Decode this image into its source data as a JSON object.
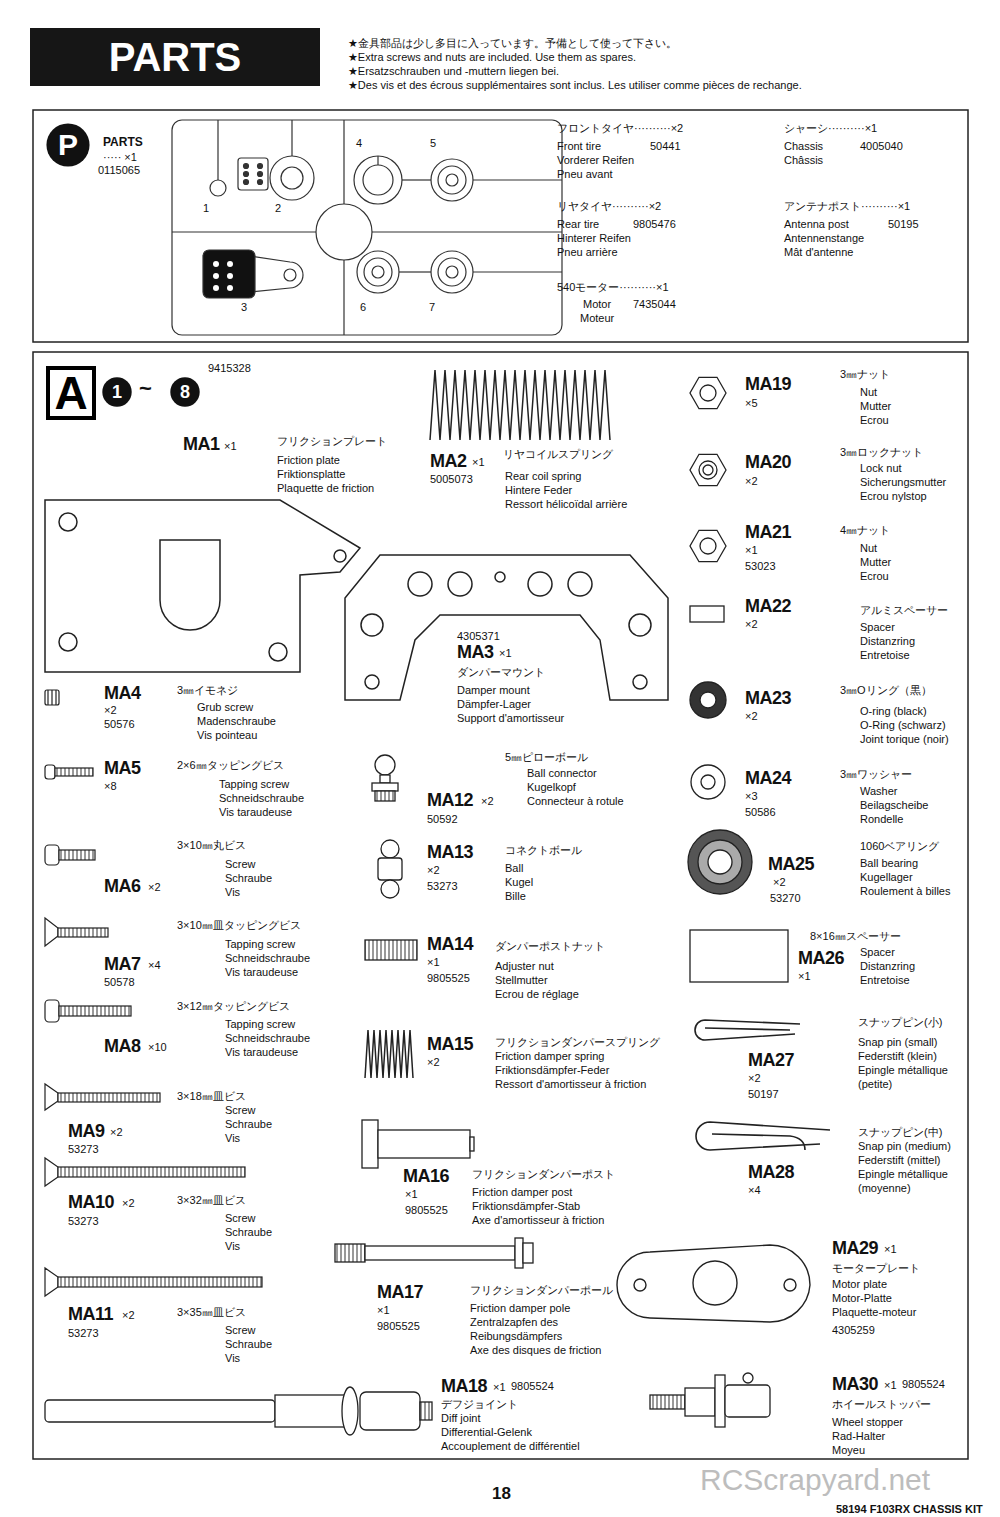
{
  "diagram": {
    "nodes": [
      {
        "text": [
          "PARTS"
        ]
      },
      {
        "text": [
          "P"
        ]
      },
      {
        "text": [
          "A"
        ]
      },
      {
        "text": [
          "1"
        ]
      },
      {
        "text": [
          "8"
        ]
      }
    ],
    "labels": [
      "★金具部品は少し多目に入っています。予備として使って下さい。",
      "★Extra screws and nuts are included. Use them as spares.",
      "★Ersatzschrauben und -muttern liegen bei.",
      "★Des vis et des écrous supplémentaires sont inclus. Les utiliser comme pièces de rechange.",
      "PARTS",
      "····· ×1",
      "0115065",
      "1",
      "2",
      "3",
      "4",
      "5",
      "6",
      "7",
      "フロントタイヤ··········×2",
      "Front tire",
      "Vorderer Reifen",
      "Pneu avant",
      "50441",
      "リヤタイヤ··········×2",
      "Rear tire",
      "Hinterer Reifen",
      "Pneu arrière",
      "9805476",
      "540モーター··········×1",
      "Motor",
      "Moteur",
      "7435044",
      "シャーシ··········×1",
      "Chassis",
      "Châssis",
      "4005040",
      "アンテナポスト··········×1",
      "Antenna post",
      "Antennenstange",
      "Mât d'antenne",
      "50195",
      "~",
      "9415328",
      "MA1",
      "×1",
      "フリクションプレート",
      "Friction plate",
      "Friktionsplatte",
      "Plaquette de friction",
      "MA2",
      "×1",
      "5005073",
      "リヤコイルスプリング",
      "Rear coil spring",
      "Hintere Feder",
      "Ressort hélicoïdal arrière",
      "4305371",
      "MA3",
      "×1",
      "ダンパーマウント",
      "Damper mount",
      "Dämpfer-Lager",
      "Support d'amortisseur",
      "MA4",
      "×2",
      "50576",
      "3㎜イモネジ",
      "Grub screw",
      "Madenschraube",
      "Vis pointeau",
      "MA5",
      "×8",
      "2×6㎜タッピングビス",
      "Tapping screw",
      "Schneidschraube",
      "Vis taraudeuse",
      "3×10㎜丸ビス",
      "Screw",
      "Schraube",
      "Vis",
      "MA6",
      "×2",
      "3×10㎜皿タッピングビス",
      "Tapping screw",
      "Schneidschraube",
      "Vis taraudeuse",
      "MA7",
      "×4",
      "50578",
      "3×12㎜タッピングビス",
      "Tapping screw",
      "Schneidschraube",
      "Vis taraudeuse",
      "MA8",
      "×10",
      "3×18㎜皿ビス",
      "Screw",
      "Schraube",
      "Vis",
      "MA9",
      "×2",
      "53273",
      "3×32㎜皿ビス",
      "Screw",
      "Schraube",
      "Vis",
      "MA10",
      "×2",
      "53273",
      "3×35㎜皿ビス",
      "Screw",
      "Schraube",
      "Vis",
      "MA11",
      "×2",
      "53273",
      "5㎜ピローボール",
      "Ball connector",
      "Kugelkopf",
      "Connecteur à rotule",
      "MA12",
      "×2",
      "50592",
      "MA13",
      "×2",
      "53273",
      "コネクトボール",
      "Ball",
      "Kugel",
      "Bille",
      "MA14",
      "×1",
      "9805525",
      "ダンパーポストナット",
      "Adjuster nut",
      "Stellmutter",
      "Ecrou de réglage",
      "MA15",
      "×2",
      "フリクションダンパースプリング",
      "Friction damper spring",
      "Friktionsdämpfer-Feder",
      "Ressort d'amortisseur à friction",
      "MA16",
      "×1",
      "9805525",
      "フリクションダンパーポスト",
      "Friction damper post",
      "Friktionsdämpfer-Stab",
      "Axe d'amortisseur à friction",
      "MA17",
      "×1",
      "9805525",
      "フリクションダンパーポール",
      "Friction damper pole",
      "Zentralzapfen des",
      "Reibungsdämpfers",
      "Axe des disques de friction",
      "MA18",
      "×1",
      "9805524",
      "デフジョイント",
      "Diff joint",
      "Differential-Gelenk",
      "Accouplement de différentiel",
      "MA19",
      "×5",
      "3㎜ナット",
      "Nut",
      "Mutter",
      "Ecrou",
      "MA20",
      "×2",
      "3㎜ロックナット",
      "Lock nut",
      "Sicherungsmutter",
      "Ecrou nylstop",
      "MA21",
      "×1",
      "53023",
      "4㎜ナット",
      "Nut",
      "Mutter",
      "Ecrou",
      "MA22",
      "×2",
      "アルミスペーサー",
      "Spacer",
      "Distanzring",
      "Entretoise",
      "MA23",
      "×2",
      "3㎜Oリング（黒）",
      "O-ring (black)",
      "O-Ring (schwarz)",
      "Joint torique (noir)",
      "MA24",
      "×3",
      "50586",
      "3㎜ワッシャー",
      "Washer",
      "Beilagscheibe",
      "Rondelle",
      "1060ベアリング",
      "Ball bearing",
      "Kugellager",
      "Roulement à billes",
      "MA25",
      "×2",
      "53270",
      "8×16㎜スペーサー",
      "MA26",
      "×1",
      "Spacer",
      "Distanzring",
      "Entretoise",
      "スナップピン(小)",
      "Snap pin (small)",
      "Federstift (klein)",
      "Epingle métallique",
      "(petite)",
      "MA27",
      "×2",
      "50197",
      "スナップピン(中)",
      "Snap pin (medium)",
      "Federstift (mittel)",
      "Epingle métallique",
      "(moyenne)",
      "MA28",
      "×4",
      "MA29",
      "×1",
      "モータープレート",
      "Motor plate",
      "Motor-Platte",
      "Plaquette-moteur",
      "4305259",
      "MA30",
      "×1",
      "9805524",
      "ホイールストッパー",
      "Wheel stopper",
      "Rad-Halter",
      "Moyeu",
      "RCScrapyard.net",
      "18",
      "58194 F103RX CHASSIS KIT"
    ]
  }
}
